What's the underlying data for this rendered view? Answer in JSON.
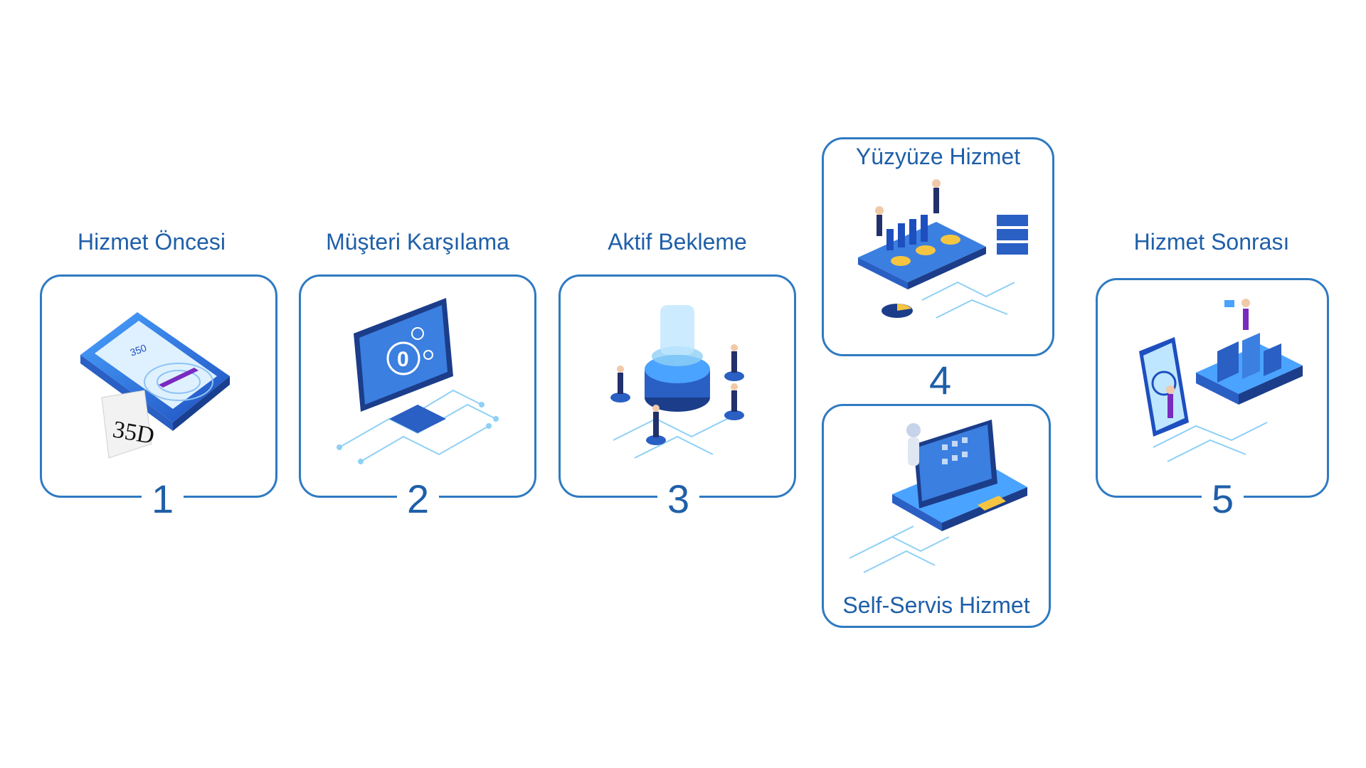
{
  "steps": [
    {
      "number": "1",
      "title": "Hizmet Öncesi",
      "illustration": "phone-receipt-icon",
      "receipt_text": "35D",
      "screen_value": "350"
    },
    {
      "number": "2",
      "title": "Müşteri Karşılama",
      "illustration": "monitor-queue-icon",
      "screen_value": "0"
    },
    {
      "number": "3",
      "title": "Aktif Bekleme",
      "illustration": "hologram-waiting-icon"
    },
    {
      "number": "4",
      "title": "Yüzyüze Hizmet",
      "illustration": "face-to-face-service-icon"
    },
    {
      "title": "Self-Servis Hizmet",
      "illustration": "self-service-kiosk-icon"
    },
    {
      "number": "5",
      "title": "Hizmet Sonrası",
      "illustration": "feedback-podium-icon"
    }
  ],
  "colors": {
    "accent": "#1f5fa8",
    "border": "#2f7ac2"
  }
}
